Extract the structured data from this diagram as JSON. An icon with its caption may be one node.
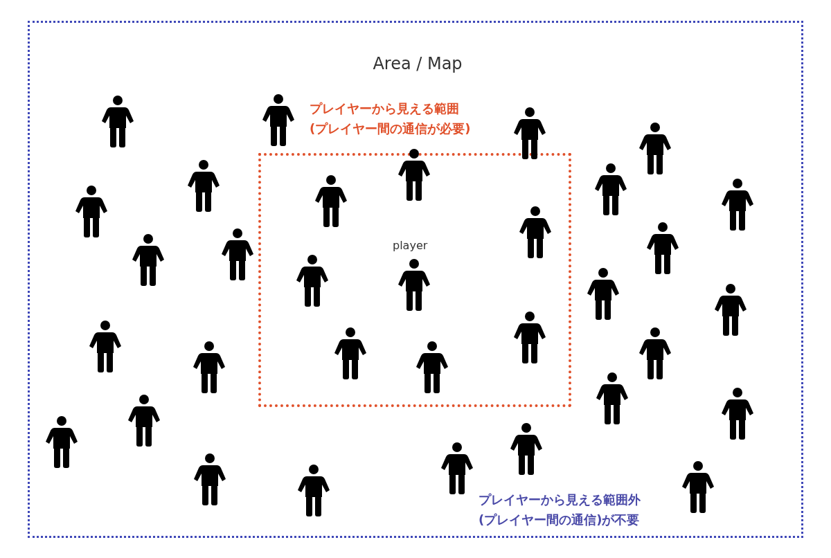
{
  "diagram": {
    "nodes": [
      {
        "text": [
          "Area / Map",
          "プレイヤーから見える範囲外(プレイヤー間の通信)が不要"
        ]
      },
      {
        "text": [
          "プレイヤーから見える範囲(プレイヤー間の通信が必要)"
        ],
        "in": 0
      }
    ],
    "edges": [],
    "labels": [
      "player"
    ]
  }
}
